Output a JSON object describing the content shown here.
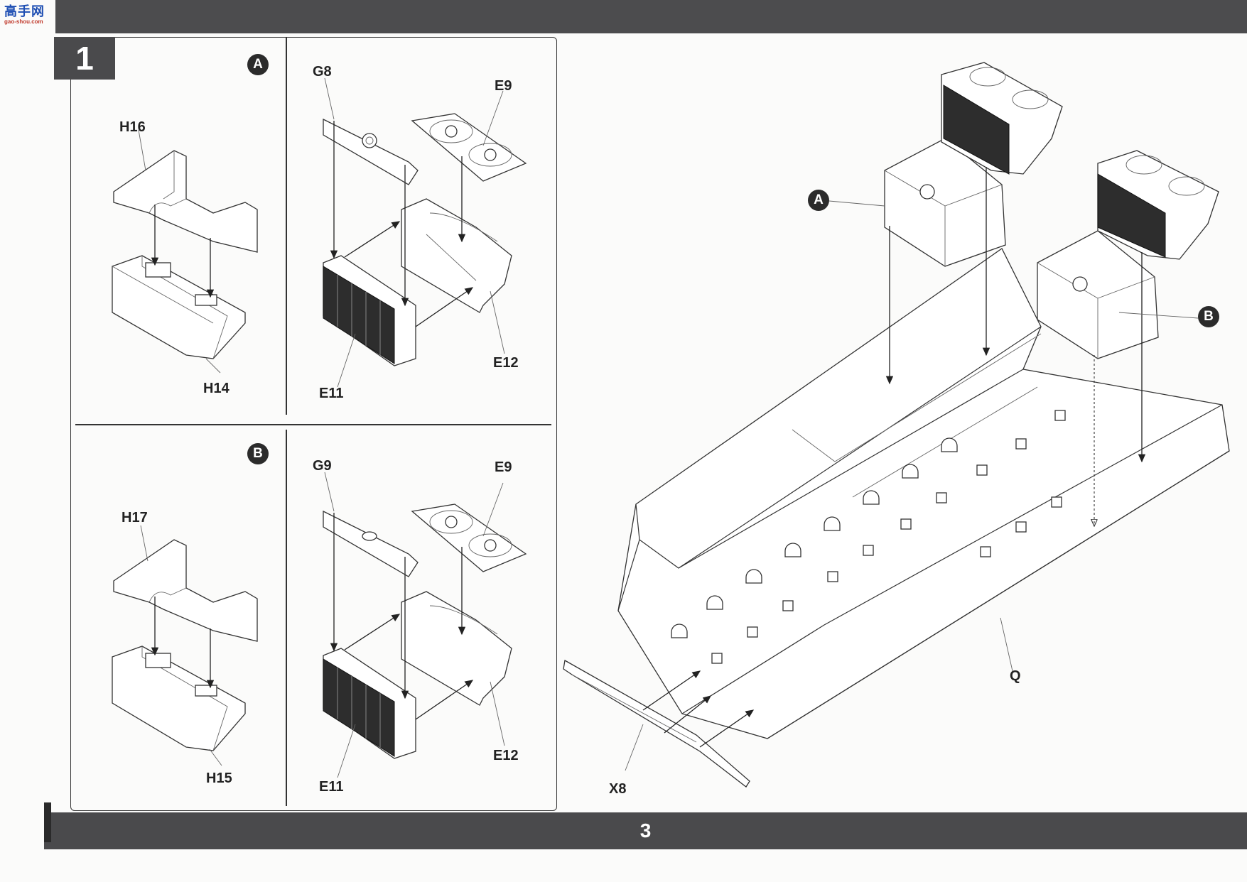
{
  "header": {
    "logo_text": "高手网",
    "logo_url": "gao-shou.com"
  },
  "step": {
    "number": "1"
  },
  "subassembly_A": {
    "marker": "A",
    "left_parts": {
      "top": "H16",
      "bottom": "H14"
    },
    "right_parts": {
      "cover": "G8",
      "fan": "E9",
      "radiator": "E11",
      "housing": "E12"
    }
  },
  "subassembly_B": {
    "marker": "B",
    "left_parts": {
      "top": "H17",
      "bottom": "H15"
    },
    "right_parts": {
      "cover": "G9",
      "fan": "E9",
      "radiator": "E11",
      "housing": "E12"
    }
  },
  "main_assembly": {
    "marker_a": "A",
    "marker_b": "B",
    "hull_label": "Q",
    "plate_label": "X8"
  },
  "footer": {
    "page_number": "3"
  }
}
